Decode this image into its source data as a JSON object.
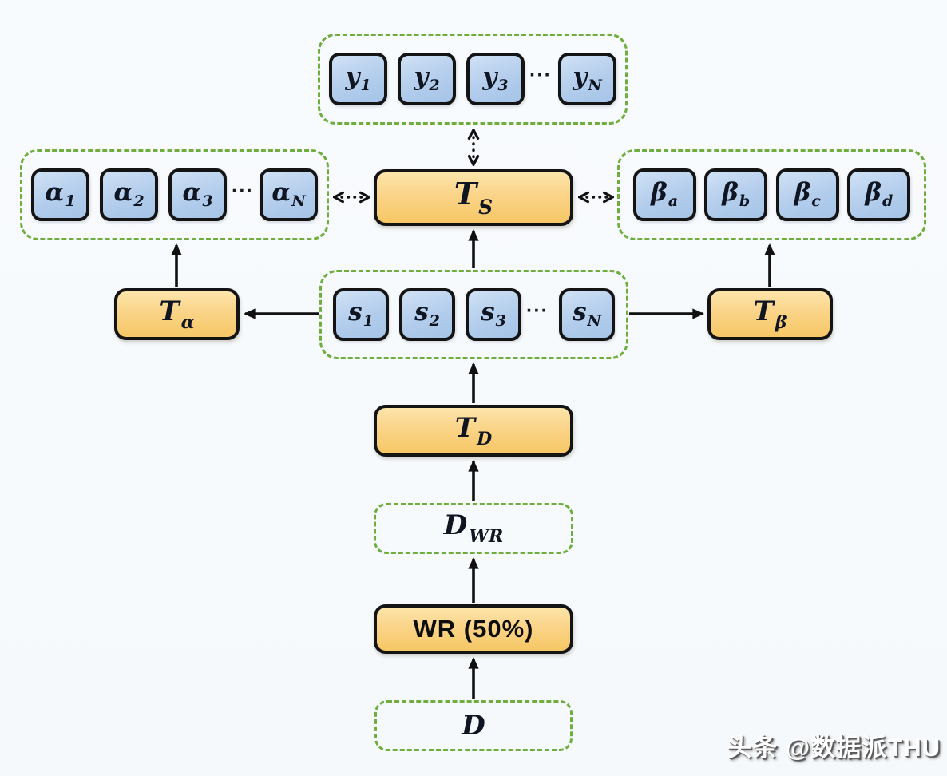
{
  "figure": {
    "watermark": "头条 @数据派THU"
  },
  "colors": {
    "background": "#f7fafd",
    "group_dash_green": "#6fae3e",
    "node_fill_top": "#fde5ab",
    "node_fill_bottom": "#f6c765",
    "token_fill_top": "#cfe1f5",
    "token_fill_bottom": "#a5c4e7",
    "outline_black": "#141414",
    "arrow_black": "#111111",
    "watermark_white": "#ffffff"
  },
  "groups": {
    "y": {
      "ellipsis": "···",
      "items": [
        {
          "base": "y",
          "sub": "1"
        },
        {
          "base": "y",
          "sub": "2"
        },
        {
          "base": "y",
          "sub": "3"
        },
        {
          "base": "y",
          "sub": "N"
        }
      ]
    },
    "alpha": {
      "ellipsis": "···",
      "items": [
        {
          "base": "α",
          "sub": "1"
        },
        {
          "base": "α",
          "sub": "2"
        },
        {
          "base": "α",
          "sub": "3"
        },
        {
          "base": "α",
          "sub": "N"
        }
      ]
    },
    "beta": {
      "items": [
        {
          "base": "β",
          "sub": "a"
        },
        {
          "base": "β",
          "sub": "b"
        },
        {
          "base": "β",
          "sub": "c"
        },
        {
          "base": "β",
          "sub": "d"
        }
      ]
    },
    "s": {
      "ellipsis": "···",
      "items": [
        {
          "base": "s",
          "sub": "1"
        },
        {
          "base": "s",
          "sub": "2"
        },
        {
          "base": "s",
          "sub": "3"
        },
        {
          "base": "s",
          "sub": "N"
        }
      ]
    }
  },
  "nodes": {
    "t_s": {
      "base": "T",
      "sub": "S"
    },
    "t_alpha": {
      "base": "T",
      "sub": "α"
    },
    "t_beta": {
      "base": "T",
      "sub": "β"
    },
    "t_d": {
      "base": "T",
      "sub": "D"
    },
    "d_wr": {
      "base": "D",
      "sub": "WR"
    },
    "wr": {
      "label": "WR (50%)"
    },
    "d": {
      "base": "D"
    }
  }
}
